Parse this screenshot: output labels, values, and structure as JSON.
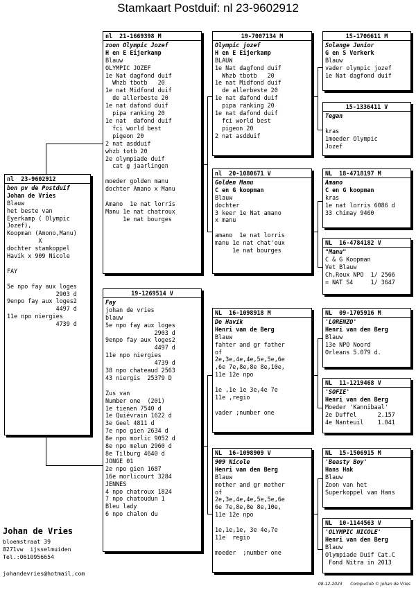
{
  "title": "Stamkaart Postduif: nl  23-9602912",
  "owner": {
    "name": "Johan de Vries",
    "address": [
      "bloemstraat 39",
      "8271vw  ijsselmuiden",
      "Tel.:0610956654"
    ],
    "email": "johandevries@hotmail.com"
  },
  "footer": {
    "date": "08-12-2023",
    "credit": "Compuclub © Johan de Vries"
  },
  "pigeons": {
    "main": {
      "ring": "nl  23-9602912",
      "name": "bon pv de Postduif",
      "breeder": "Johan de Vries",
      "lines": [
        "Blauw",
        "het beste van",
        "Eyerkamp ( Olympic",
        "Jozef),",
        "Koopman (Amono,Manu)",
        "         X",
        "dochter stamkoppel",
        "Havik x 909 Nicole",
        "",
        "FAY",
        "",
        "5e npo fay aux loges",
        "              2903 d",
        "9enpo fay aux loges2",
        "              4497 d",
        "11e npo niergies",
        "              4739 d"
      ]
    },
    "father": {
      "ring": "nl  21-1669398 M",
      "name": "zoon Olympic Jozef",
      "breeder": "H en E Eijerkamp",
      "lines": [
        "Blauw",
        "OLYMPIC JOZEF",
        "1e Nat dagfond duif",
        "  Whzb tbotb   20",
        "1e nat Midfond duif",
        "  de allerbeste 20",
        "1e nat dafond duif",
        "  pipa ranking 20",
        "1e nat  dafond duif",
        "  fci world best",
        "  pigeon 20",
        "2 nat asdduif",
        "whzb totb 20",
        "2e olympiade duif",
        "  cat g jaarlingen",
        "",
        "moeder golden manu",
        "dochter Amano x Manu",
        "",
        "Amano  1e nat lorris",
        "Manu 1e nat chatroux",
        "     1e nat bourges"
      ]
    },
    "mother": {
      "ring": "19-1269514 V",
      "name": "Fay",
      "breeder": "johan de vries",
      "lines": [
        "blauw",
        "5e npo fay aux loges",
        "              2903 d",
        "9enpo fay aux loges2",
        "              4497 d",
        "11e npo niergies",
        "              4739 d",
        "38 npo chateaud 2563",
        "43 niergis  25379 D",
        "",
        "Zus van",
        "Number one  (201)",
        "1e tienen 7540 d",
        "1e Quiévrain 1622 d",
        "3e Geel 4811 d",
        "7e npo gien 2634 d",
        "8e npo morlic 9052 d",
        "8e npo melun 2960 d",
        "8e Tilburg 4640 d",
        "JONGE 01",
        "2e npo gien 1687",
        "16e morlicourt 3284",
        "JENNES",
        "4 npo chatroux 1824",
        "7 npo chatoudun 1",
        "Bleu lady",
        "6 npo chalon du"
      ]
    },
    "ff": {
      "ring": "19-7007134 M",
      "name": "Olympic jozef",
      "breeder": "H en E Eijerkamp",
      "lines": [
        "BLAUW",
        "1e Nat dagfond duif",
        "  Whzb tbotb   20",
        "1e nat Midfond duif",
        "  de allerbeste 20",
        "1e nat dafond duif",
        "  pipa ranking 20",
        "1e nat dafond duif",
        "  fci world best",
        "  pigeon 20",
        "2 nat asdduif"
      ]
    },
    "fm": {
      "ring": "nl  20-1080671 V",
      "name": "Golden Manu",
      "breeder": " C en G koopman",
      "lines": [
        "Blauw",
        "dochter",
        "3 keer 1e Nat amano",
        "x manu",
        "",
        "amano  1e nat lorris",
        "manu 1e nat chat'oux",
        "     1e nat bourges"
      ]
    },
    "mf": {
      "ring": "NL  16-1098918 M",
      "name": "De Havik",
      "breeder": "Henri van de Berg",
      "lines": [
        "Blauw",
        "fahter and gr father",
        "of",
        "2e,3e,4e,4e,5e,5e,6e",
        ",6e 7e,8e,8e 8e,10e,",
        "11e 12e npo",
        "",
        "1e ,1e 1e 3e,4e 7e",
        "11e ,regio",
        "",
        "vader ;number one"
      ]
    },
    "mm": {
      "ring": "NL  16-1098909 V",
      "name": "909 Nicole",
      "breeder": "Henri van den Berg",
      "lines": [
        "Blauw",
        "mother and gr mother",
        "of",
        "2e,3e,4e,4e,5e,5e,6e",
        "6e 7e,8e,8e 8e,10e,",
        "11e 12e npo",
        "",
        "1e,1e,1e, 3e 4e,7e",
        "11e  regio",
        "",
        "moeder  ;number one"
      ]
    },
    "fff": {
      "ring": "15-1706611 M",
      "name": "Solange Junior",
      "breeder": "G en S Verkerk",
      "lines": [
        "Blauw",
        "vader olympic jozef",
        "1e Nat dagfond duif"
      ]
    },
    "ffm": {
      "ring": "15-1336411 V",
      "name": "Tegan",
      "breeder": "",
      "lines": [
        "",
        "kras",
        "1moeder Olympic",
        "Jozef"
      ]
    },
    "fmf": {
      "ring": "NL  18-4718197 M",
      "name": "Amano",
      "breeder": "C en G koopman",
      "lines": [
        "kras",
        "1e nat lorris 6086 d",
        "33 chimay 9460"
      ]
    },
    "fmm": {
      "ring": "NL  16-4784182 V",
      "name": "\"Manu\"",
      "breeder": "C & G Koopman",
      "lines": [
        "Vet Blauw",
        "Ch,Roux NPO  1/ 2566",
        "= NAT S4     1/ 3647"
      ]
    },
    "mff": {
      "ring": "NL  09-1705916 M",
      "name": "'LORENZO'",
      "breeder": "Henri van den Berg",
      "lines": [
        "Blauw",
        "13e NPO Noord",
        "Orleans 5.079 d."
      ]
    },
    "mfm": {
      "ring": "NL  11-1219468 V",
      "name": "'SOFIE'",
      "breeder": "Henri van den Berg",
      "lines": [
        "Moeder 'Kannibaal'",
        "2e Duffel      2.157",
        "4e Nanteuil    1.041"
      ]
    },
    "mmf": {
      "ring": "NL  15-1506915 M",
      "name": "'Beasty Boy'",
      "breeder": "Hans Hak",
      "lines": [
        "Blauw",
        "Zoon van het",
        "Superkoppel van Hans"
      ]
    },
    "mmm": {
      "ring": "NL  10-1144563 V",
      "name": "'OLYMPIC NICOLE'",
      "breeder": "Henri van den Berg",
      "lines": [
        "Blauw",
        "Olympiade Duif Cat.C",
        " Fond Nitra in 2013"
      ]
    }
  }
}
